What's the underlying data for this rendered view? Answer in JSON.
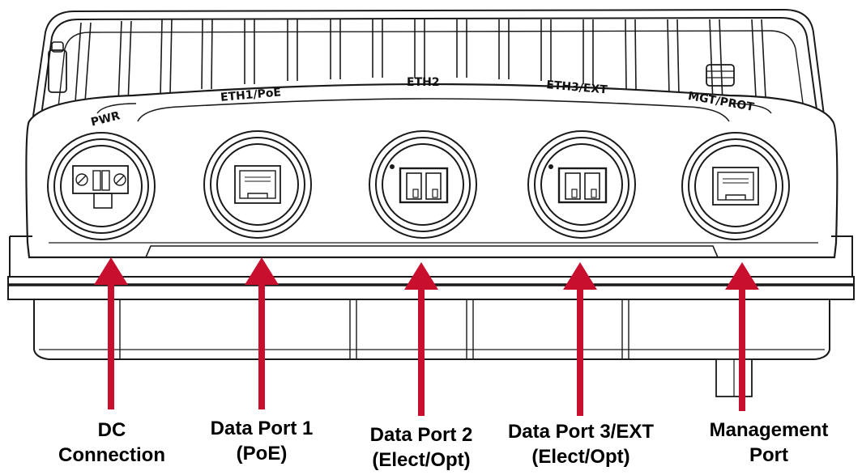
{
  "port_engravings": {
    "pwr": "PWR",
    "eth1": "ETH1/PoE",
    "eth2": "ETH2",
    "eth3": "ETH3/EXT",
    "mgt": "MGT/PROT"
  },
  "callouts": {
    "dc": {
      "line1": "DC",
      "line2": "Connection"
    },
    "data1": {
      "line1": "Data Port 1",
      "line2": "(PoE)"
    },
    "data2": {
      "line1": "Data Port 2",
      "line2": "(Elect/Opt)"
    },
    "data3": {
      "line1": "Data Port 3/EXT",
      "line2": "(Elect/Opt)"
    },
    "mgmt": {
      "line1": "Management",
      "line2": "Port"
    }
  },
  "colors": {
    "arrow": "#c8102e",
    "outline": "#1a1a1a",
    "background": "#ffffff"
  }
}
